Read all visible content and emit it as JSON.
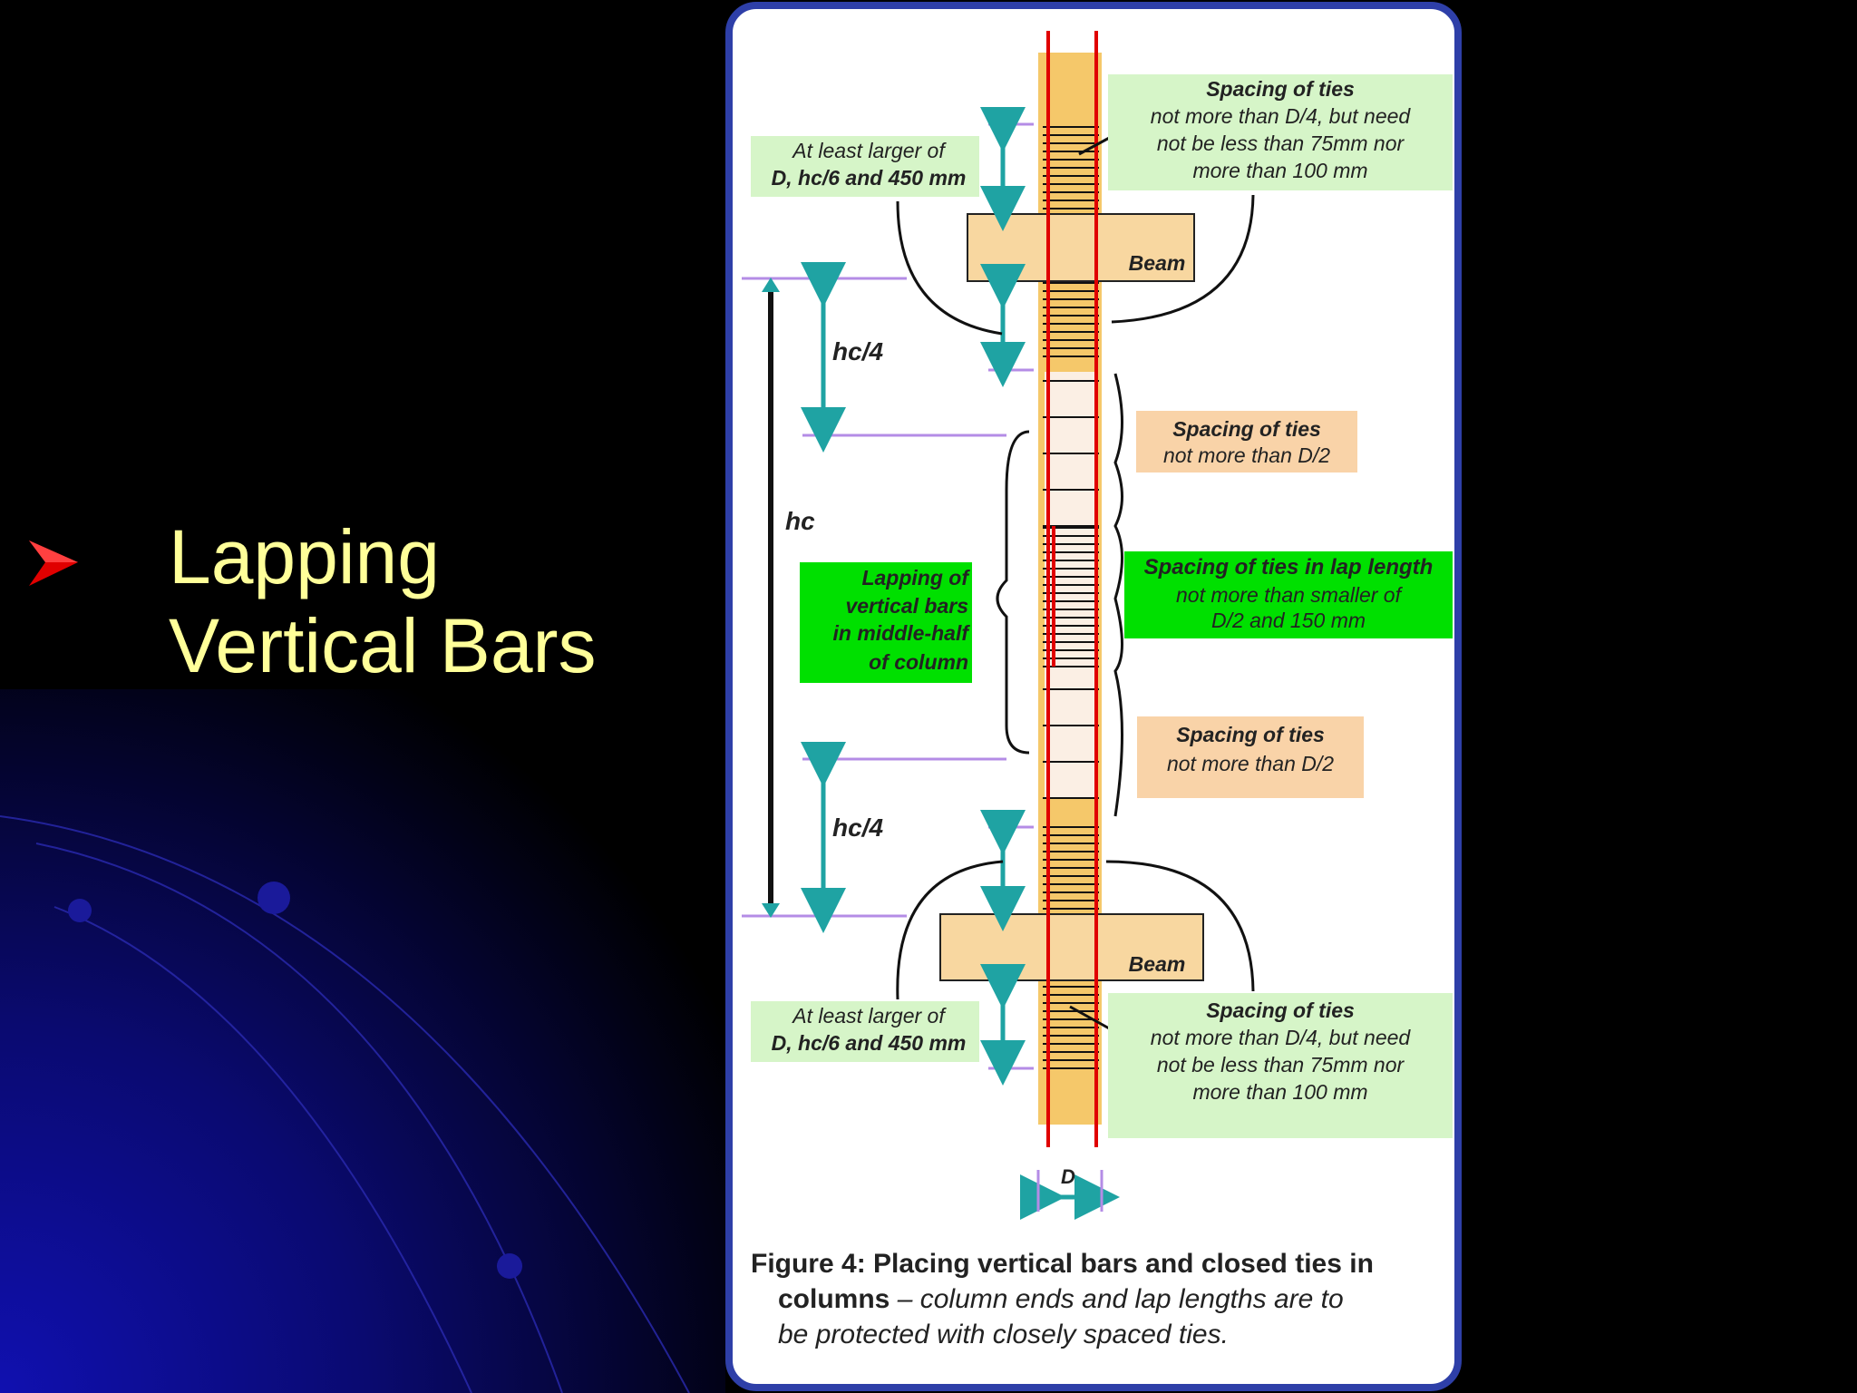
{
  "slide": {
    "bullet_icon": "red-arrowhead-icon",
    "title_line1": "Lapping",
    "title_line2": "Vertical Bars",
    "colors": {
      "title": "#FFFF99",
      "bullet": "#E00000",
      "background": "#000000",
      "accent_blue": "#0A0A8C"
    }
  },
  "figure": {
    "labels": {
      "top_spacing_title": "Spacing of ties",
      "top_spacing_line1": "not more than D/4, but need",
      "top_spacing_line2": "not be less than 75mm nor",
      "top_spacing_line3": "more than 100 mm",
      "top_left_line1": "At least larger of",
      "top_left_line2": "D, hc/6 and 450 mm",
      "beam_top": "Beam",
      "beam_bottom": "Beam",
      "hc4_top": "hc/4",
      "hc4_bottom": "hc/4",
      "hc": "hc",
      "mid_upper_title": "Spacing of ties",
      "mid_upper_line": "not more than D/2",
      "lap_title": "Spacing of ties in lap length",
      "lap_line1": "not more than smaller of",
      "lap_line2": "D/2 and 150 mm",
      "lapping_line1": "Lapping of",
      "lapping_line2": "vertical bars",
      "lapping_line3": "in middle-half",
      "lapping_line4": "of column",
      "mid_lower_title": "Spacing of ties",
      "mid_lower_line": "not more than D/2",
      "bottom_left_line1": "At least larger of",
      "bottom_left_line2": "D, hc/6 and 450 mm",
      "bottom_spacing_title": "Spacing of ties",
      "bottom_spacing_line1": "not more than D/4, but need",
      "bottom_spacing_line2": "not be less than 75mm nor",
      "bottom_spacing_line3": "more than 100 mm",
      "d_label": "D"
    },
    "caption": {
      "bold1": "Figure 4: Placing vertical bars and closed ties in",
      "bold2": "columns",
      "italic2": " – column ends and lap lengths are to",
      "italic3": "be protected with closely spaced ties."
    },
    "colors": {
      "frame": "#2E3FA8",
      "column": "#F5C86A",
      "beam": "#F8D7A0",
      "light_green": "#D6F5C8",
      "bright_green": "#00E000",
      "peach": "#F9D3A8",
      "rebar": "#E00000",
      "dim_line": "#B48CE6",
      "dim_arrow": "#1FA3A3"
    }
  }
}
